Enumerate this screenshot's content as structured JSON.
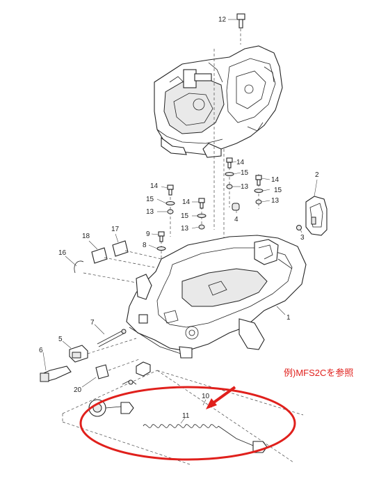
{
  "diagram": {
    "callouts": [
      {
        "id": "12",
        "text": "12"
      },
      {
        "id": "14a",
        "text": "14"
      },
      {
        "id": "15a",
        "text": "15"
      },
      {
        "id": "13a",
        "text": "13"
      },
      {
        "id": "2",
        "text": "2"
      },
      {
        "id": "14b",
        "text": "14"
      },
      {
        "id": "15b",
        "text": "15"
      },
      {
        "id": "13b",
        "text": "13"
      },
      {
        "id": "14c",
        "text": "14"
      },
      {
        "id": "15c",
        "text": "15"
      },
      {
        "id": "14d",
        "text": "14"
      },
      {
        "id": "15d",
        "text": "15"
      },
      {
        "id": "13c",
        "text": "13"
      },
      {
        "id": "13d",
        "text": "13"
      },
      {
        "id": "4",
        "text": "4"
      },
      {
        "id": "3",
        "text": "3"
      },
      {
        "id": "18",
        "text": "18"
      },
      {
        "id": "17",
        "text": "17"
      },
      {
        "id": "9",
        "text": "9"
      },
      {
        "id": "8",
        "text": "8"
      },
      {
        "id": "16",
        "text": "16"
      },
      {
        "id": "1",
        "text": "1"
      },
      {
        "id": "7",
        "text": "7"
      },
      {
        "id": "5",
        "text": "5"
      },
      {
        "id": "6",
        "text": "6"
      },
      {
        "id": "20",
        "text": "20"
      },
      {
        "id": "10",
        "text": "10"
      },
      {
        "id": "11",
        "text": "11"
      }
    ],
    "note": "例)MFS2Cを参照",
    "colors": {
      "highlight": "#e0201c",
      "line": "#222222"
    }
  }
}
